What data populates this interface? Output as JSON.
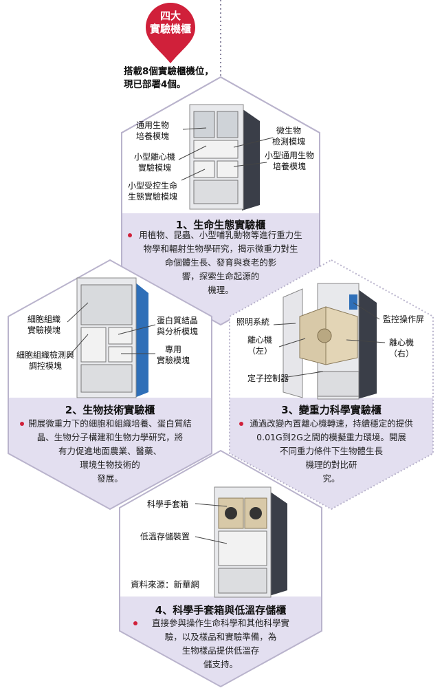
{
  "header": {
    "pin_line1": "四大",
    "pin_line2": "實驗機櫃",
    "intro_line1": "搭載8個實驗櫃機位，",
    "intro_line2": "現已部署4個。"
  },
  "colors": {
    "accent": "#d0203a",
    "panel": "#e3dff0",
    "frame": "#b9b3cc",
    "cabinet_blue": "#2f6fb8"
  },
  "cabinet1": {
    "labels": [
      "通用生物\n培養模塊",
      "小型離心機\n實驗模塊",
      "小型受控生命\n生態實驗模塊",
      "微生物\n檢測模塊",
      "小型通用生物\n培養模塊"
    ],
    "title": "1、生命生態實驗櫃",
    "desc": [
      "用植物、昆蟲、小型哺乳動物等進行重力生",
      "物學和輻射生物學研究，揭示微重力對生",
      "命個體生長、發育與衰老的影",
      "響，探索生命起源的",
      "機理。"
    ]
  },
  "cabinet2": {
    "labels": [
      "細胞組織\n實驗模塊",
      "細胞組織檢測與\n調控模塊",
      "蛋白質結晶\n與分析模塊",
      "專用\n實驗模塊"
    ],
    "title": "2、生物技術實驗櫃",
    "desc": [
      "開展微重力下的細胞和組織培養、蛋白質結",
      "晶、生物分子構建和生物力學研究，將",
      "有力促進地面農業、醫藥、",
      "環境生物技術的",
      "發展。"
    ]
  },
  "cabinet3": {
    "labels": [
      "照明系統",
      "離心機\n（左）",
      "定子控制器",
      "監控操作屏",
      "離心機\n（右）"
    ],
    "title": "3、變重力科學實驗櫃",
    "desc": [
      "通過改變內置離心機轉速，持續穩定的提供",
      "0.01G到2G之間的模擬重力環境。開展",
      "不同重力條件下生物體生長",
      "機理的對比研",
      "究。"
    ]
  },
  "cabinet4": {
    "labels": [
      "科學手套箱",
      "低溫存儲裝置"
    ],
    "source": "資料來源：新華網",
    "title": "4、科學手套箱與低溫存儲櫃",
    "desc": [
      "直接參與操作生命科學和其他科學實",
      "驗，以及樣品和實驗準備，為",
      "生物樣品提供低溫存",
      "儲支持。"
    ]
  }
}
